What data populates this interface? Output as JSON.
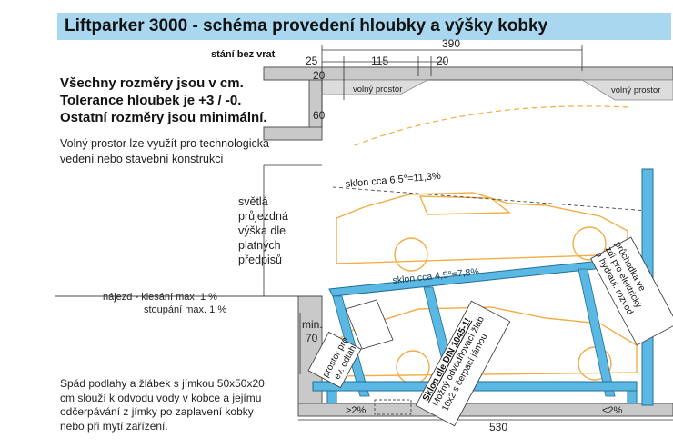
{
  "title": "Liftparker 3000 - schéma provedení hloubky a výšky kobky",
  "label_gate": "stání bez vrat",
  "notes_main": [
    "Všechny rozměry jsou v cm.",
    "Tolerance hloubek je +3 / -0.",
    "Ostatní rozměry jsou minimální."
  ],
  "note_free_space": [
    "Volný prostor lze využít pro technologická",
    "vedení nebo stavební konstrukci"
  ],
  "note_clear_height": [
    "světlá",
    "průjezdná",
    "výška dle",
    "platných",
    "předpisů"
  ],
  "ramp_descent": "nájezd - klesání max. 1 %",
  "ramp_ascent": "stoupání max. 1 %",
  "note_drain": [
    "Spád podlahy a žlábek s jímkou 50x50x20",
    "cm slouží k odvodu vody v kobce a jejímu",
    "odčerpávání z jímky po zaplavení kobky",
    "nebo při mytí zařízení."
  ],
  "dimensions": {
    "width_top": "390",
    "left_offset": "25",
    "inner_115": "115",
    "inner_20": "20",
    "ceiling_20": "20",
    "ceiling_60": "60",
    "min_label": "min.",
    "min_value": "70",
    "bottom_width": "530"
  },
  "free_space_label_left": "volný prostor",
  "free_space_label_right": "volný prostor",
  "slope_upper": "sklon cca 6,5°=11,3%",
  "slope_platform": "sklon cca 4,5°=7,8%",
  "floor_slope_left": ">2%",
  "floor_slope_right": "<2%",
  "sump_label": [
    "prostor pro",
    "ev. odtah"
  ],
  "gutter_title": "Sklon dle DIN 1045-1!",
  "gutter_text": [
    "Možný odvodňovací žlab",
    "10x2 s čerpací jámou"
  ],
  "access_label": [
    "průchodka ve",
    "zdi pro elektrický",
    "a hydraul. rozvod"
  ],
  "colors": {
    "title_bar": "#a9d7ef",
    "wall": "#c9c9c9",
    "platform": "#5bb8e3",
    "car_outline": "#f2ac45"
  }
}
